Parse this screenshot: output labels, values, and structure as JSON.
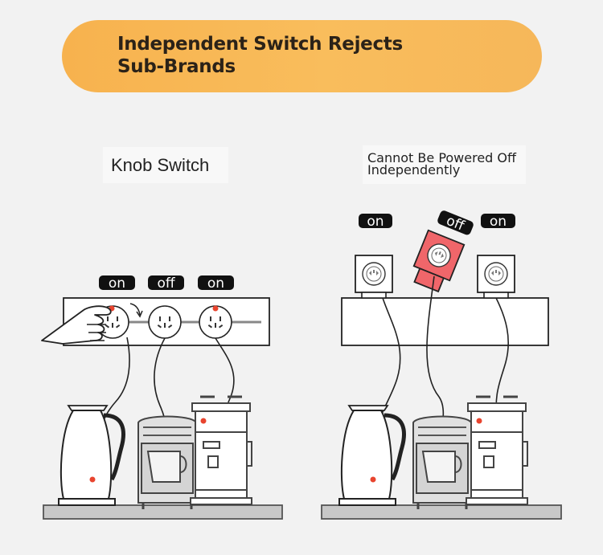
{
  "banner": {
    "title_line1": "Independent Switch Rejects",
    "title_line2": "Sub-Brands"
  },
  "left_panel": {
    "label": "Knob Switch",
    "switch_states": [
      "on",
      "off",
      "on"
    ]
  },
  "right_panel": {
    "label_line1": "Cannot Be Powered Off",
    "label_line2": "Independently",
    "switch_states": [
      "on",
      "off",
      "on"
    ]
  },
  "colors": {
    "banner": "#f7b24e",
    "indicator_red": "#e8442e",
    "off_socket": "#f0666a",
    "pill": "#111111"
  },
  "icons": [
    "hand-icon",
    "socket-icon",
    "kettle-icon",
    "coffee-maker-icon",
    "espresso-machine-icon"
  ]
}
